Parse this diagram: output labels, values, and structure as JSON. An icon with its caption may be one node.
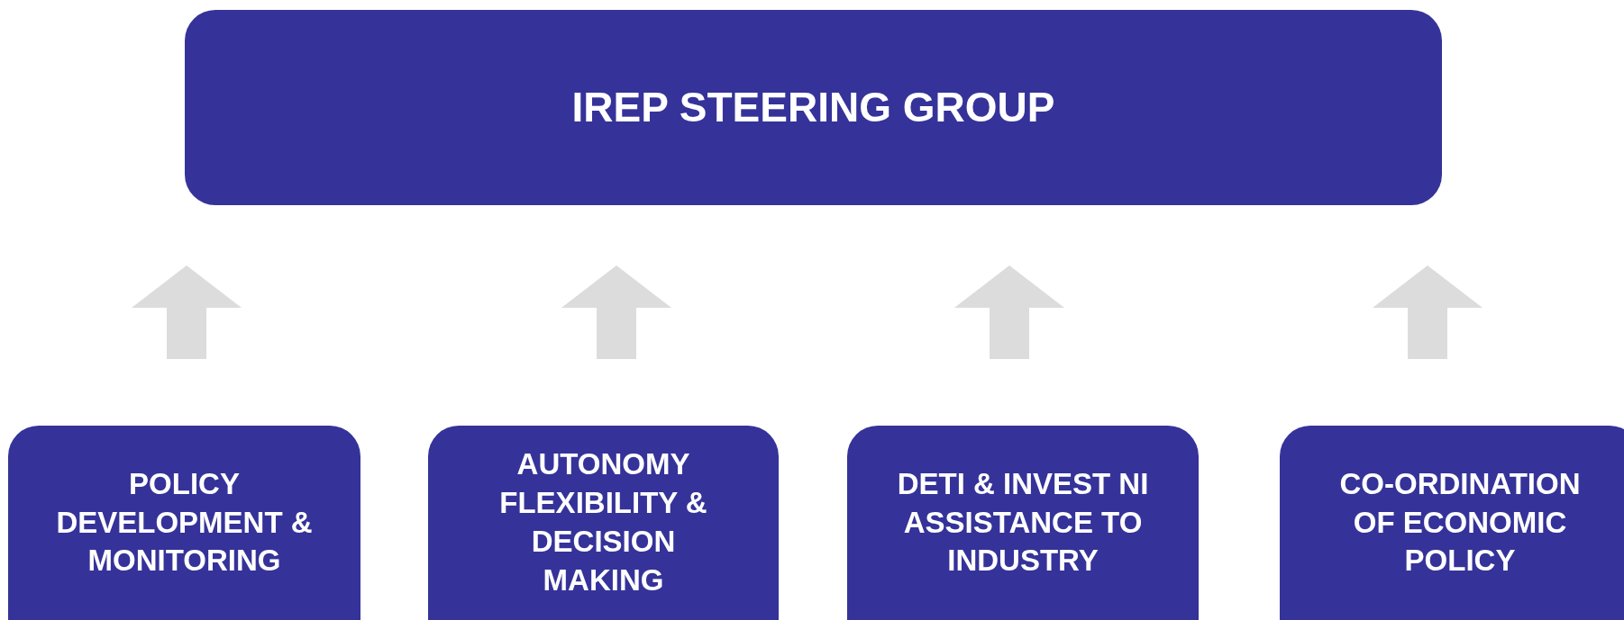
{
  "diagram": {
    "nodes": [
      {
        "text": [
          "IREP STEERING GROUP"
        ]
      },
      {
        "text": [
          "POLICY DEVELOPMENT & MONITORING"
        ]
      },
      {
        "text": [
          "AUTONOMY FLEXIBILITY & DECISION MAKING"
        ]
      },
      {
        "text": [
          "DETI & INVEST NI ASSISTANCE TO INDUSTRY"
        ]
      },
      {
        "text": [
          "CO-ORDINATION OF ECONOMIC POLICY"
        ]
      }
    ],
    "edges": [
      {
        "from": 1,
        "to": 0,
        "arrow": "to"
      },
      {
        "from": 2,
        "to": 0,
        "arrow": "to"
      },
      {
        "from": 3,
        "to": 0,
        "arrow": "to"
      },
      {
        "from": 4,
        "to": 0,
        "arrow": "to"
      }
    ]
  }
}
